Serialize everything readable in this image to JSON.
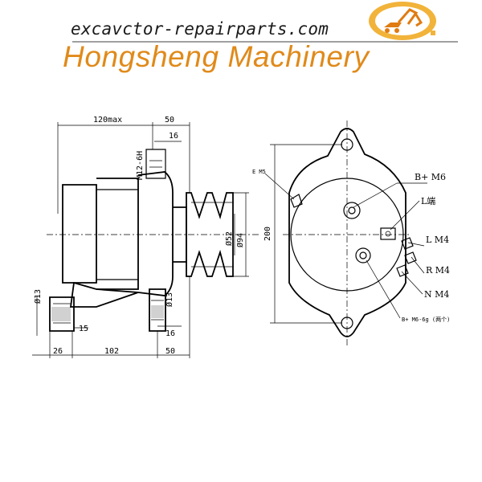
{
  "header": {
    "url": "excavctor-repairparts.com",
    "brand": "Hongsheng Machinery",
    "logo_icon": "excavator-logo-icon",
    "brand_color": "#e08a1a"
  },
  "side_view": {
    "dim_120max": "120max",
    "dim_50_top": "50",
    "dim_16_top": "16",
    "thread_m12": "M12-6H",
    "dia_52": "Ø52",
    "dia_94": "Ø94",
    "dia_13_left": "Ø13",
    "dia_13_right": "Ø13",
    "dim_15": "15",
    "dim_16_bottom": "16",
    "dim_26": "26",
    "dim_102": "102",
    "dim_50_bottom": "50"
  },
  "rear_view": {
    "label_em5": "E M5",
    "label_b_plus_m6": "B+ M6",
    "label_l_terminal": "L端",
    "label_l_m4": "L M4",
    "label_r_m4": "R M4",
    "label_n_m4": "N M4",
    "dim_200": "200",
    "note_b_plus": "B+ M6-6g (两个)"
  }
}
